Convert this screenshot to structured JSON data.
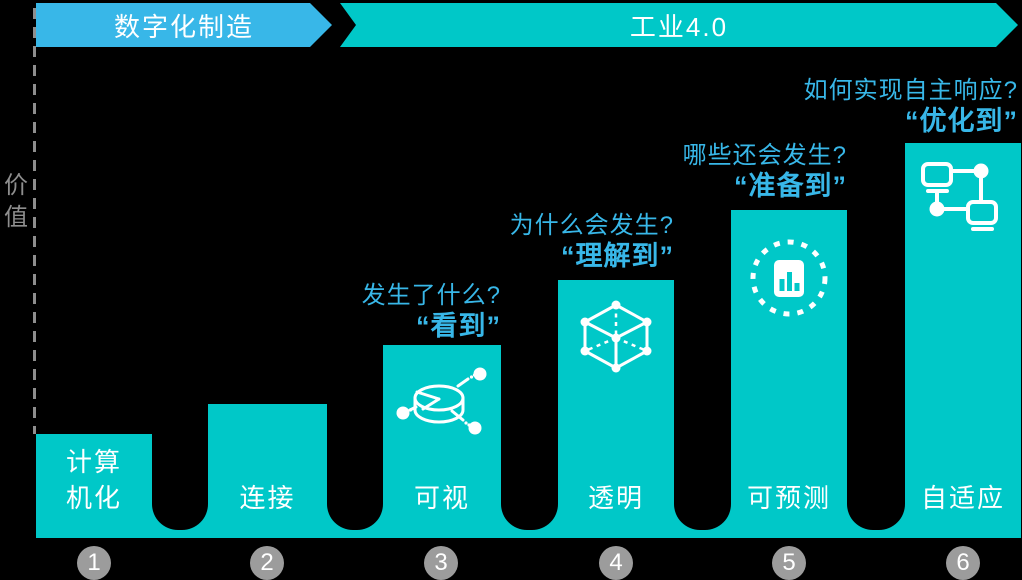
{
  "banners": [
    {
      "label": "数字化制造"
    },
    {
      "label": "工业4.0"
    }
  ],
  "axis": {
    "label": "价\n值"
  },
  "stages": [
    {
      "number": "1",
      "label": "计算\n机化"
    },
    {
      "number": "2",
      "label": "连接"
    },
    {
      "number": "3",
      "label": "可视",
      "question": "发生了什么?",
      "quote": "“看到”",
      "icon": "pie-network-icon"
    },
    {
      "number": "4",
      "label": "透明",
      "question": "为什么会发生?",
      "quote": "“理解到”",
      "icon": "wireframe-cube-icon"
    },
    {
      "number": "5",
      "label": "可预测",
      "question": "哪些还会发生?",
      "quote": "“准备到”",
      "icon": "predictive-analytics-icon"
    },
    {
      "number": "6",
      "label": "自适应",
      "question": "如何实现自主响应?",
      "quote": "“优化到”",
      "icon": "connected-systems-icon"
    }
  ],
  "colors": {
    "background": "#000000",
    "banner_blue": "#38b7e8",
    "teal": "#00c8c8",
    "annotation_blue": "#38b7e8",
    "axis_gray": "#8e8e8e",
    "circle_gray": "#9c9c9c",
    "text_white": "#ffffff"
  }
}
